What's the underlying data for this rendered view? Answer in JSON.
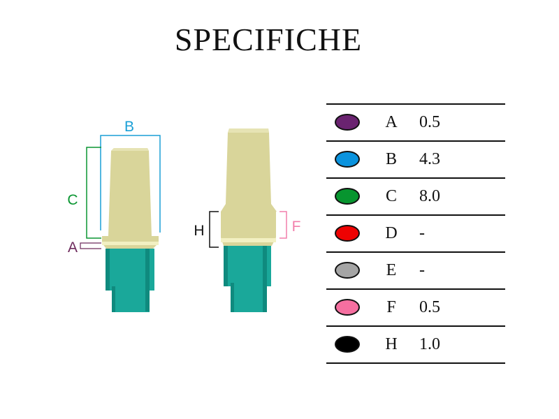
{
  "title": "SPECIFICHE",
  "colors": {
    "abutment": "#d9d59a",
    "abutment_shade": "#bdb77a",
    "collar_highlight": "#f2f0c2",
    "connection": "#1aa89a",
    "connection_shade": "#0f8a7e"
  },
  "diagram": {
    "left_labels": {
      "B": "B",
      "C": "C",
      "A": "A"
    },
    "right_labels": {
      "H": "H",
      "F": "F"
    }
  },
  "specs": [
    {
      "color": "#6a2370",
      "letter": "A",
      "value": "0.5"
    },
    {
      "color": "#0a93de",
      "letter": "B",
      "value": "4.3"
    },
    {
      "color": "#07952f",
      "letter": "C",
      "value": "8.0"
    },
    {
      "color": "#ee0202",
      "letter": "D",
      "value": "-"
    },
    {
      "color": "#a5a5a5",
      "letter": "E",
      "value": "-"
    },
    {
      "color": "#f56fa0",
      "letter": "F",
      "value": "0.5"
    },
    {
      "color": "#000000",
      "letter": "H",
      "value": "1.0"
    }
  ]
}
